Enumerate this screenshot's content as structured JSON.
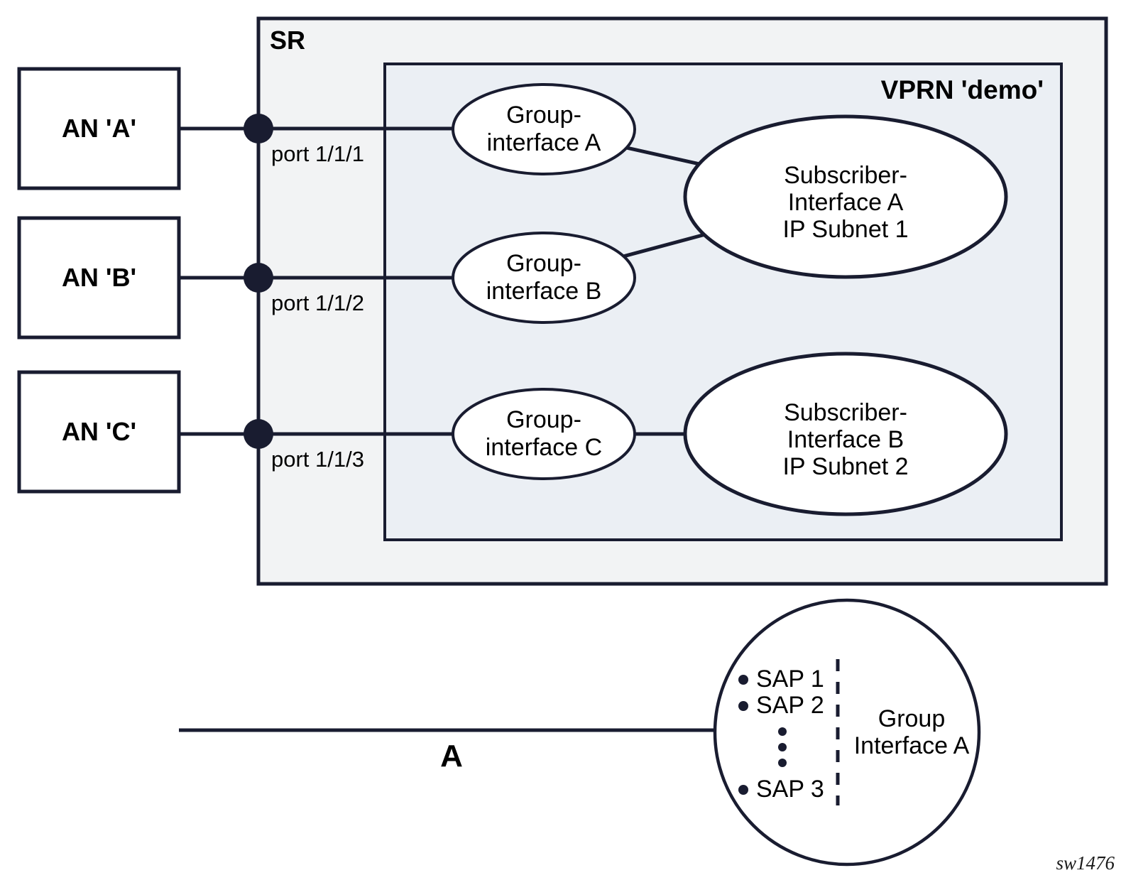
{
  "diagram": {
    "sr": {
      "label": "SR"
    },
    "vprn": {
      "label": "VPRN 'demo'"
    },
    "access_nodes": [
      {
        "label": "AN 'A'"
      },
      {
        "label": "AN 'B'"
      },
      {
        "label": "AN 'C'"
      }
    ],
    "ports": [
      {
        "label": "port 1/1/1"
      },
      {
        "label": "port 1/1/2"
      },
      {
        "label": "port 1/1/3"
      }
    ],
    "group_interfaces": [
      {
        "line1": "Group-",
        "line2": "interface A"
      },
      {
        "line1": "Group-",
        "line2": "interface B"
      },
      {
        "line1": "Group-",
        "line2": "interface C"
      }
    ],
    "subscriber_interfaces": [
      {
        "line1": "Subscriber-",
        "line2": "Interface A",
        "line3": "IP Subnet 1"
      },
      {
        "line1": "Subscriber-",
        "line2": "Interface B",
        "line3": "IP Subnet 2"
      }
    ],
    "zoom_circle": {
      "saps": [
        "SAP 1",
        "SAP 2",
        "SAP 3"
      ],
      "label_line1": "Group",
      "label_line2": "Interface A"
    },
    "link_label": "A",
    "watermark": "sw1476",
    "colors": {
      "line": "#191c30",
      "sr_fill": "#f2f3f4",
      "vprn_fill": "#ebeff4",
      "node_fill": "#ffffff",
      "text": "#000000"
    }
  }
}
